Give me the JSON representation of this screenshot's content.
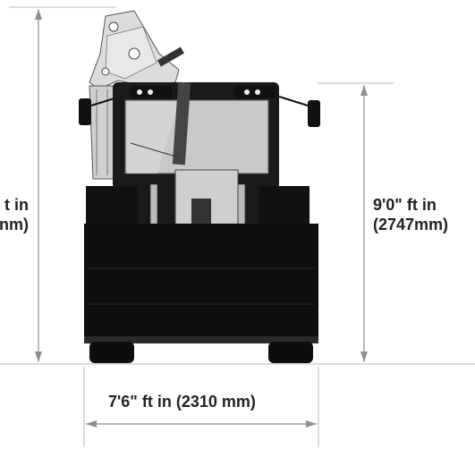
{
  "dimensions": {
    "left_height_line1": "t in",
    "left_height_line2": "nm)",
    "right_height_line1": "9'0\" ft in",
    "right_height_line2": "(2747mm)",
    "width_label": "7'6\" ft in (2310 mm)"
  },
  "colors": {
    "machine_body": "#1a1a1a",
    "machine_dark": "#0d0d0d",
    "glass": "#c9c9c9",
    "arm": "#dcdcdc",
    "dimension_line": "#9a9a9a",
    "text": "#222222"
  }
}
